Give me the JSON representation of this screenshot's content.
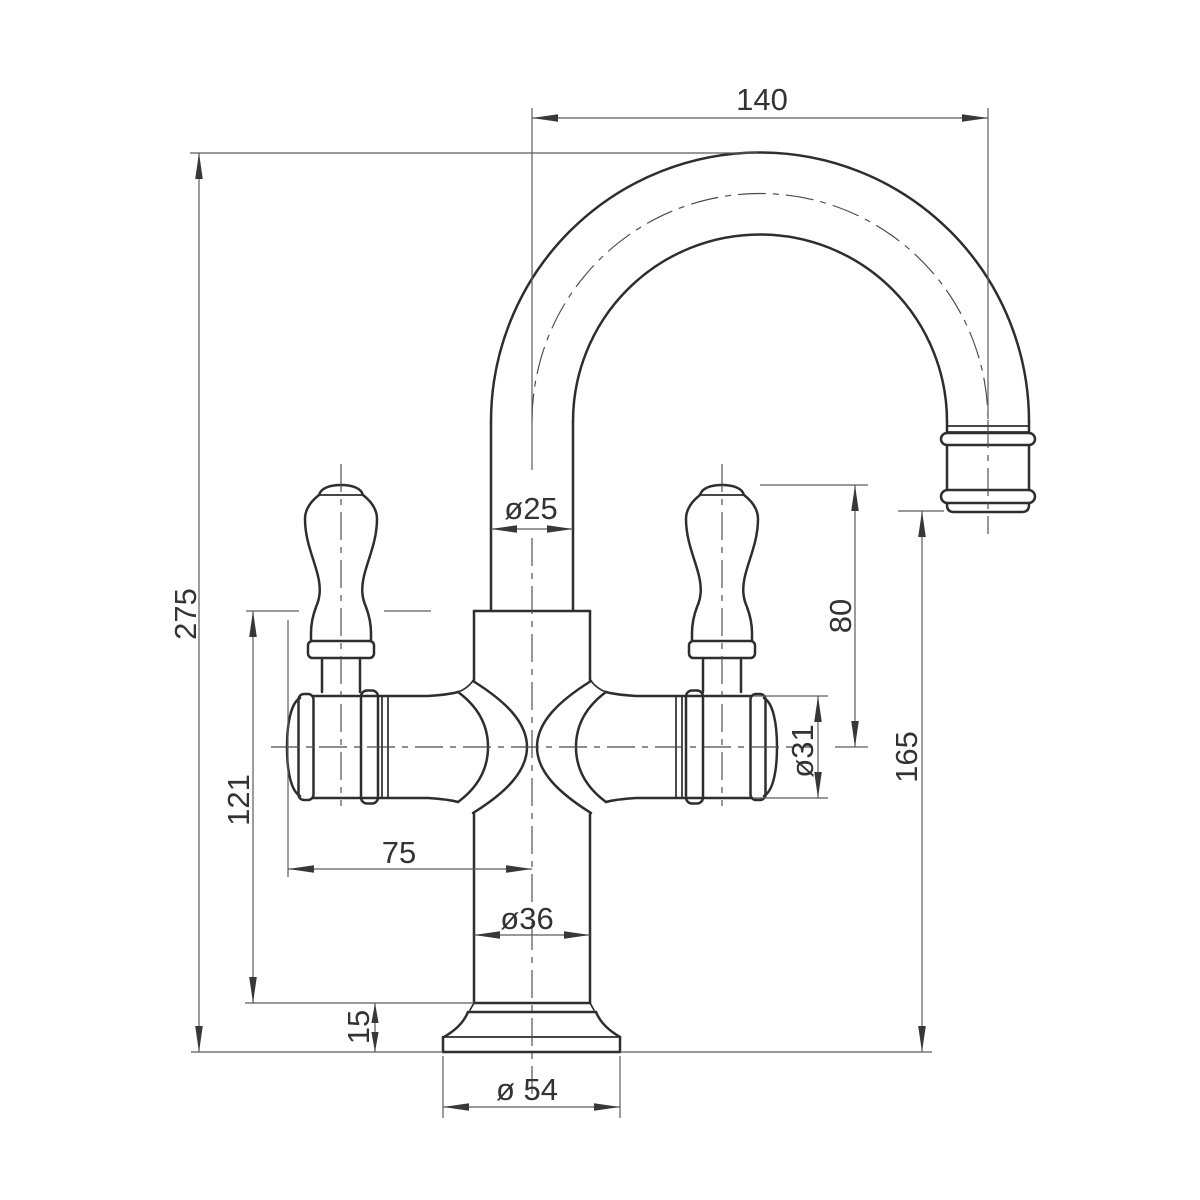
{
  "drawing": {
    "type": "technical-dimension-drawing",
    "subject": "two-handle basin mixer tap, front elevation",
    "colors": {
      "object_line": "#2e2e2e",
      "dimension_line": "#5c5c5c",
      "text": "#333333",
      "background": "#ffffff"
    }
  },
  "dimensions": {
    "spout_reach": "140",
    "overall_height": "275",
    "spout_diameter": "ø25",
    "handle_above_valve": "80",
    "valve_diameter": "ø31",
    "outlet_height": "165",
    "body_to_base": "121",
    "valve_to_center": "75",
    "column_diameter": "ø36",
    "base_height": "15",
    "base_diameter": "ø 54"
  }
}
